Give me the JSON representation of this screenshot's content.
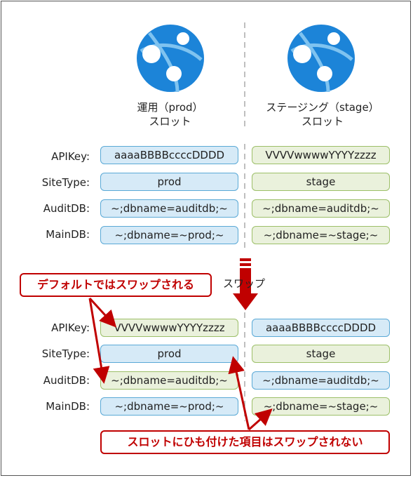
{
  "slots": {
    "prod": {
      "title_line1": "運用（prod）",
      "title_line2": "スロット"
    },
    "stage": {
      "title_line1": "ステージング（stage）",
      "title_line2": "スロット"
    }
  },
  "row_labels": [
    "APIKey:",
    "SiteType:",
    "AuditDB:",
    "MainDB:"
  ],
  "before": {
    "prod": [
      "aaaaBBBBccccDDDD",
      "prod",
      "~;dbname=auditdb;~",
      "~;dbname=~prod;~"
    ],
    "stage": [
      "VVVVwwwwYYYYzzzz",
      "stage",
      "~;dbname=auditdb;~",
      "~;dbname=~stage;~"
    ]
  },
  "after": {
    "prod": [
      "VVVVwwwwYYYYzzzz",
      "prod",
      "~;dbname=auditdb;~",
      "~;dbname=~prod;~"
    ],
    "stage": [
      "aaaaBBBBccccDDDD",
      "stage",
      "~;dbname=auditdb;~",
      "~;dbname=~stage;~"
    ]
  },
  "swap_label": "スワップ",
  "callouts": {
    "swapped": "デフォルトではスワップされる",
    "sticky": "スロットにひも付けた項目はスワップされない"
  },
  "colors": {
    "prod_fill": "#d6eaf7",
    "prod_border": "#5aa9d6",
    "stage_fill": "#eaf1dc",
    "stage_border": "#9cbf68",
    "arrow": "#c00000",
    "icon": "#1c84d8"
  },
  "icons": [
    "app-service-icon",
    "app-service-icon"
  ]
}
